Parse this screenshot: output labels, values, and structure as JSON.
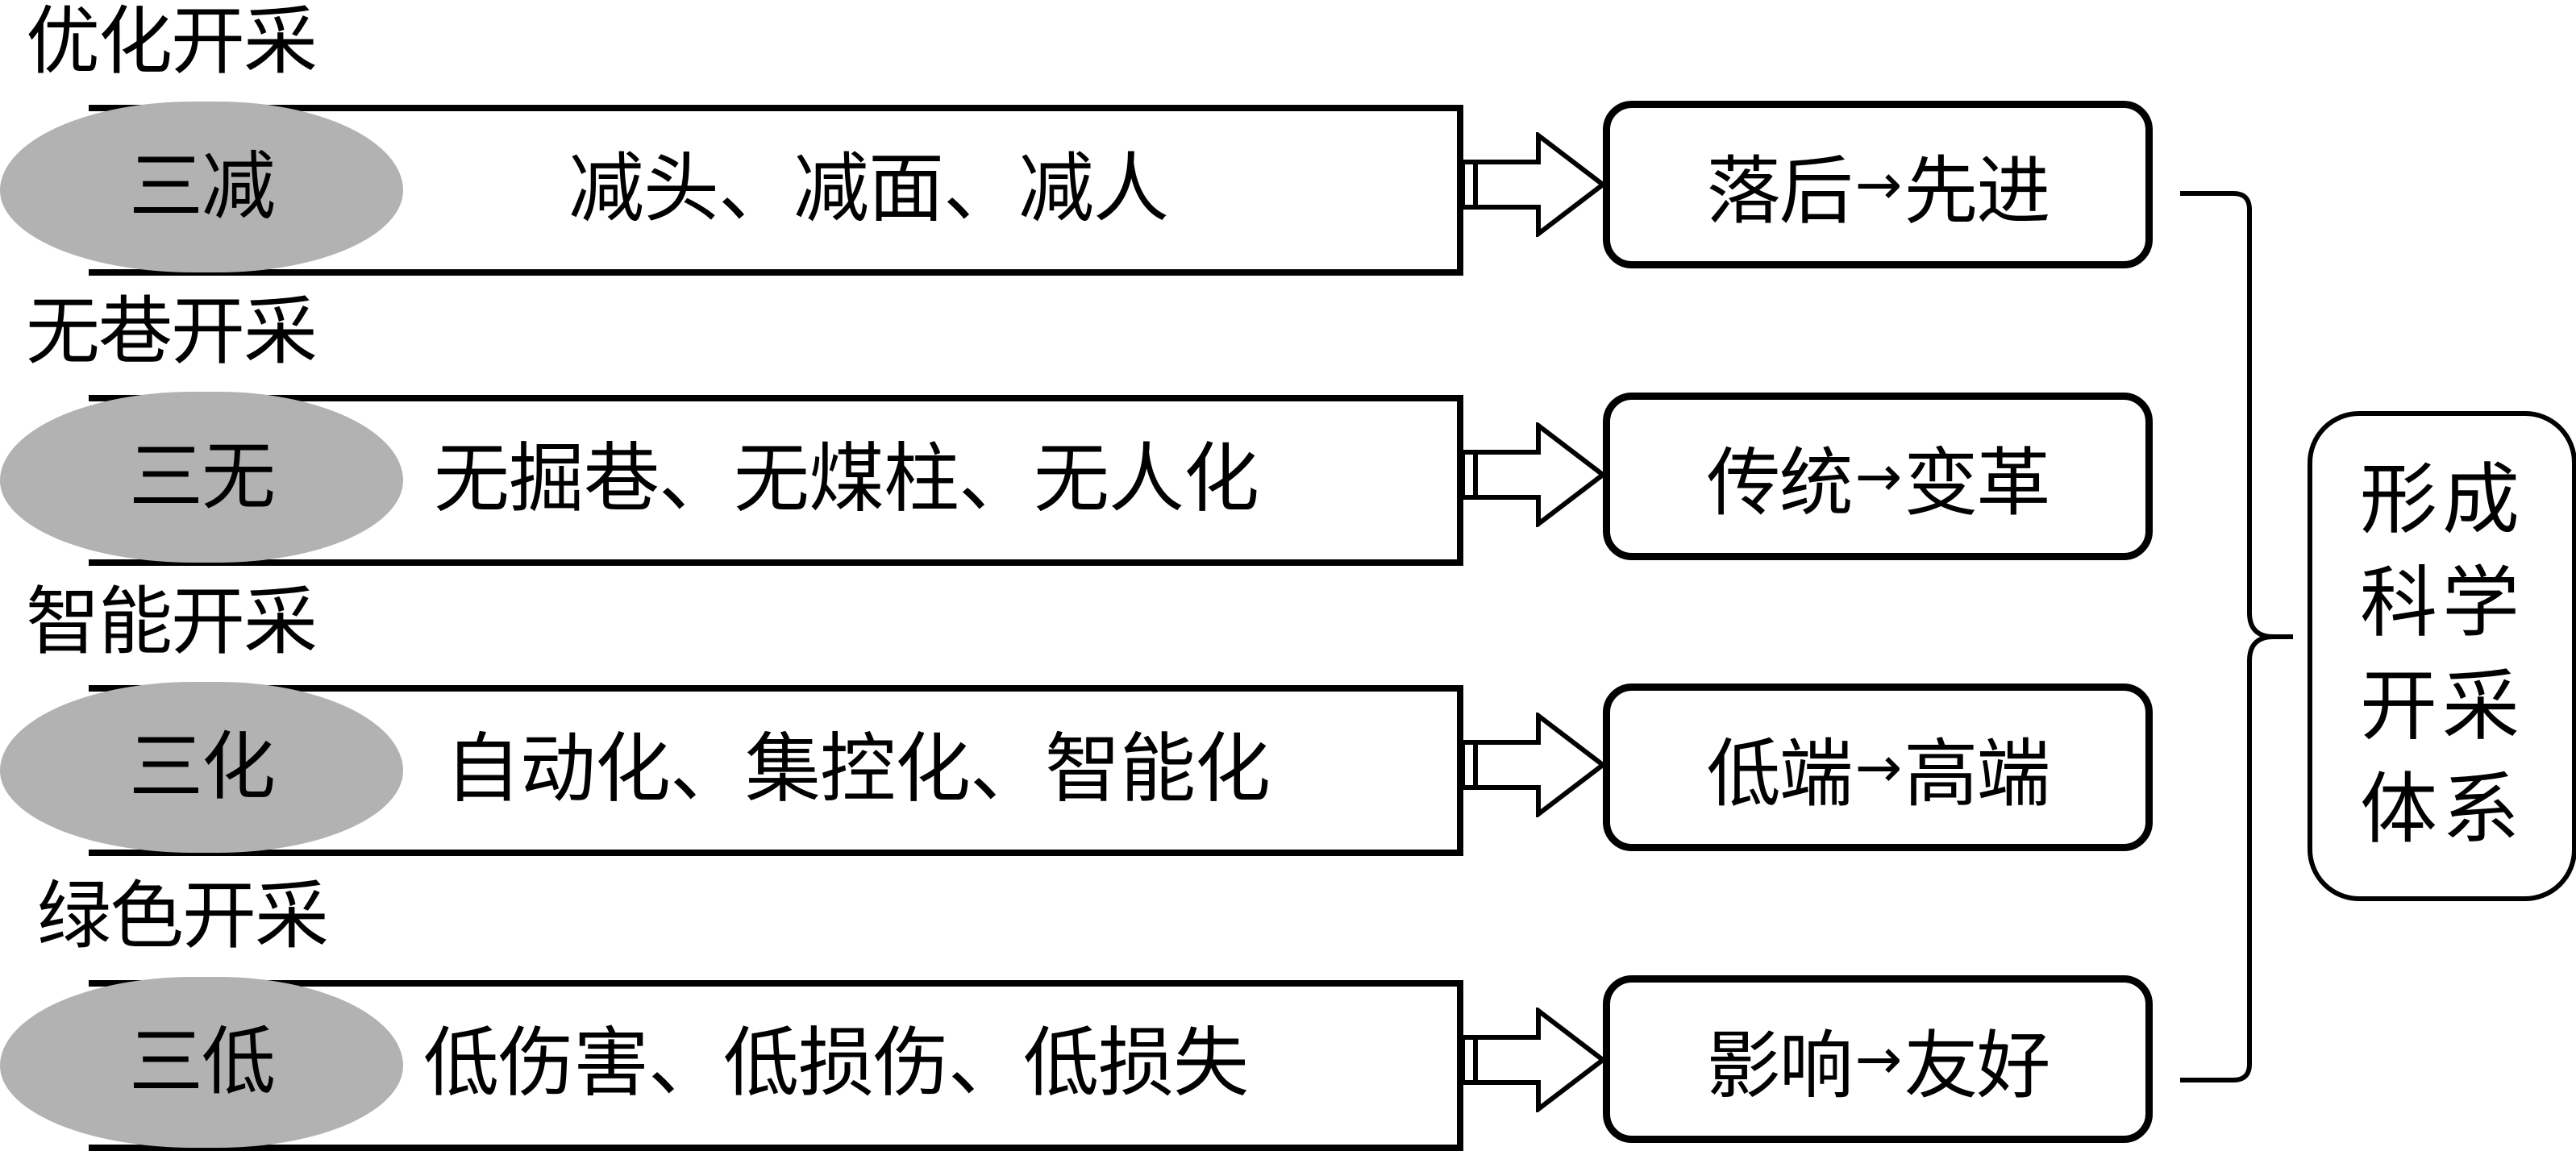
{
  "rows": [
    {
      "category": "优化开采",
      "short": "三减",
      "items": "减头、减面、减人",
      "result_from": "落后",
      "result_arrow": "→",
      "result_to": "先进"
    },
    {
      "category": "无巷开采",
      "short": "三无",
      "items": "无掘巷、无煤柱、无人化",
      "result_from": "传统",
      "result_arrow": "→",
      "result_to": "变革"
    },
    {
      "category": "智能开采",
      "short": "三化",
      "items": "自动化、集控化、智能化",
      "result_from": "低端",
      "result_arrow": "→",
      "result_to": "高端"
    },
    {
      "category": "绿色开采",
      "short": "三低",
      "items": "低伤害、低损伤、低损失",
      "result_from": "影响",
      "result_arrow": "→",
      "result_to": "友好"
    }
  ],
  "conclusion": {
    "lines": [
      "形成",
      "科学",
      "开采",
      "体系"
    ]
  },
  "colors": {
    "ellipse_fill": "#b2b2b2",
    "stroke": "#000000",
    "background": "#ffffff"
  }
}
